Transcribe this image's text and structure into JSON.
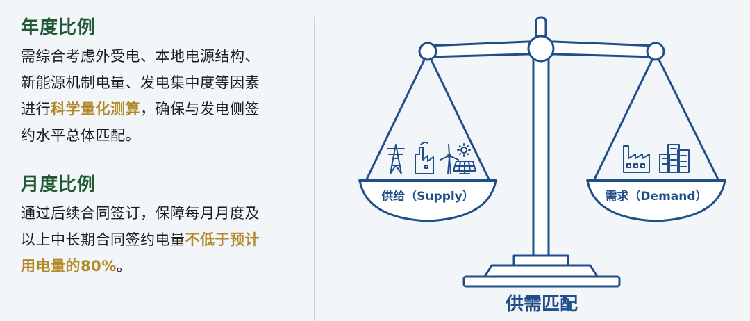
{
  "annual": {
    "heading": "年度比例",
    "line1": "需综合考虑外受电、本地电源结构、",
    "line2": "新能源机制电量、发电集中度等因素",
    "line3_pre": "进行",
    "line3_hl": "科学量化测算",
    "line3_post": "，确保与发电侧签",
    "line4": "约水平总体匹配。"
  },
  "monthly": {
    "heading": "月度比例",
    "line1": "通过后续合同签订，保障每月月度及",
    "line2_pre": "以上中长期合同签约电量",
    "line2_hl": "不低于预计",
    "line3_hl": "用电量的80%",
    "line3_post": "。"
  },
  "diagram": {
    "left_pan_label": "供给（Supply）",
    "right_pan_label": "需求（Demand）",
    "caption": "供需匹配"
  },
  "colors": {
    "scale_blue": "#1f4e8a",
    "heading_green": "#1f5a32",
    "highlight_gold": "#b38a2a"
  }
}
